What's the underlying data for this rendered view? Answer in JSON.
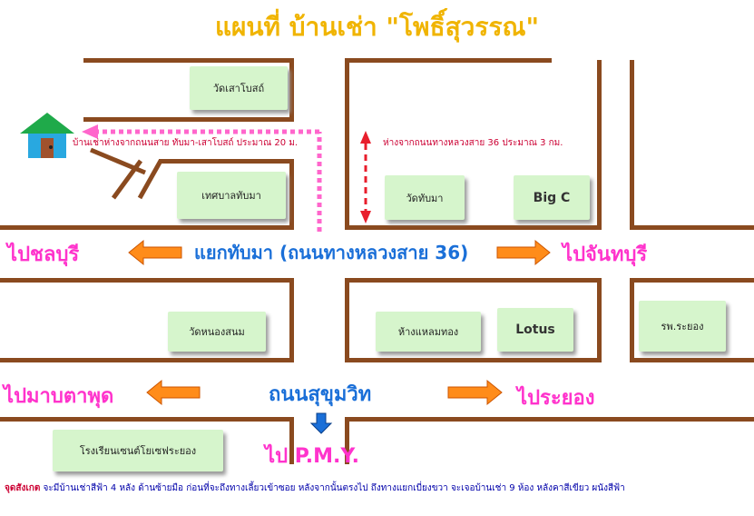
{
  "title": "แผนที่ บ้านเช่า \"โพธิ์สุวรรณ\"",
  "colors": {
    "road": "#8a4a1f",
    "landmark_fill": "#d6f5cc",
    "destination_pink": "#ff33cc",
    "road_name_blue": "#1a6fd8",
    "arrow_orange": "#ff8c1a",
    "route_pink": "#ff66cc",
    "note_red": "#cc0033",
    "title_yellow": "#f0b400"
  },
  "landmarks": {
    "wat_sao_bot": "วัดเสาโบสถ์",
    "tessaban_thapma": "เทศบาลทับมา",
    "wat_thapma": "วัดทับมา",
    "big_c": "Big C",
    "wat_nong_sanom": "วัดหนองสนม",
    "hang_laemthong": "ห้างแหลมทอง",
    "lotus": "Lotus",
    "hospital_rayong": "รพ.ระยอง",
    "school": "โรงเรียนเซนต์โยเซฟระยอง"
  },
  "destinations": {
    "chonburi": "ไปชลบุรี",
    "chanthaburi": "ไปจันทบุรี",
    "map_ta_phut": "ไปมาบตาพุด",
    "rayong": "ไประยอง",
    "pmy": "ไป P.M.Y."
  },
  "roads": {
    "junction": "แยกทับมา (ถนนทางหลวงสาย 36)",
    "sukhumvit": "ถนนสุขุมวิท"
  },
  "notes": {
    "house_distance": "บ้านเช่าห่างจากถนนสาย ทับมา-เสาโบสถ์ ประมาณ 20 ม.",
    "highway_distance": "ห่างจากถนนทางหลวงสาย 36 ประมาณ 3 กม."
  },
  "footer": {
    "label": "จุดสังเกต",
    "text": "จะมีบ้านเช่าสีฟ้า 4 หลัง ด้านซ้ายมือ ก่อนที่จะถึงทางเลี้ยวเข้าซอย หลังจากนั้นตรงไป ถึงทางแยกเบี่ยงขวา จะเจอบ้านเช่า 9 ห้อง หลังคาสีเขียว ผนังสีฟ้า"
  },
  "icons": {
    "house": "house-icon",
    "arrow_left": "arrow-left-icon",
    "arrow_right": "arrow-right-icon",
    "arrow_down": "arrow-down-icon",
    "route": "dotted-route-arrow-icon",
    "distance": "double-arrow-icon"
  }
}
